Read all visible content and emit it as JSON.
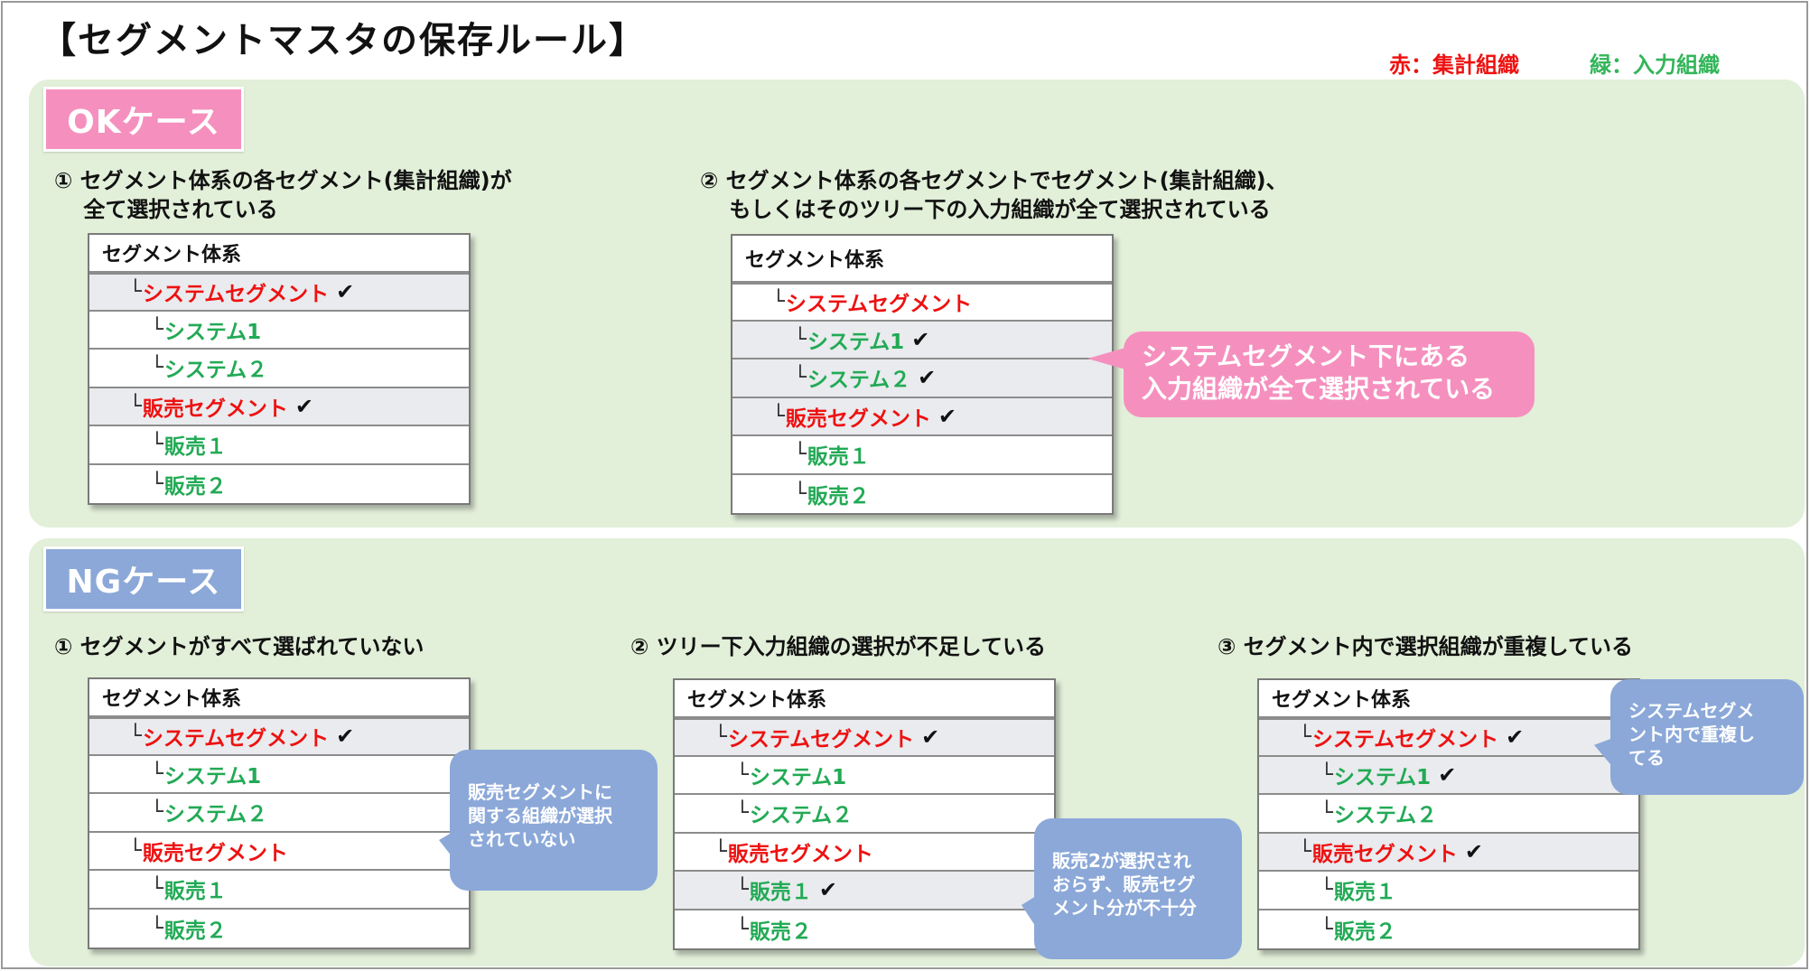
{
  "title": "【セグメントマスタの保存ルール】",
  "legend": {
    "red": "赤：集計組織",
    "green": "緑：入力組織"
  },
  "colors": {
    "red": "#ee1111",
    "green": "#22aa55",
    "ok_bg": "#f590be",
    "ng_bg": "#8ba8d8",
    "section_bg": "#e2efd9"
  },
  "branch_glyph": "└",
  "check_glyph": "✔",
  "ok": {
    "label": "OKケース",
    "cases": [
      {
        "title_lines": [
          "① セグメント体系の各セグメント(集計組織)が",
          "　 全て選択されている"
        ],
        "table": {
          "header": "セグメント体系",
          "rows": [
            {
              "text": "システムセグメント",
              "type": "red",
              "checked": true
            },
            {
              "text": "システム1",
              "type": "green",
              "checked": false
            },
            {
              "text": "システム２",
              "type": "green",
              "checked": false
            },
            {
              "text": "販売セグメント",
              "type": "red",
              "checked": true
            },
            {
              "text": "販売１",
              "type": "green",
              "checked": false
            },
            {
              "text": "販売２",
              "type": "green",
              "checked": false
            }
          ]
        }
      },
      {
        "title_lines": [
          "② セグメント体系の各セグメントでセグメント(集計組織)、",
          "　 もしくはそのツリー下の入力組織が全て選択されている"
        ],
        "table": {
          "header": "セグメント体系",
          "rows": [
            {
              "text": "システムセグメント",
              "type": "red",
              "checked": false
            },
            {
              "text": "システム1",
              "type": "green",
              "checked": true
            },
            {
              "text": "システム２",
              "type": "green",
              "checked": true
            },
            {
              "text": "販売セグメント",
              "type": "red",
              "checked": true
            },
            {
              "text": "販売１",
              "type": "green",
              "checked": false
            },
            {
              "text": "販売２",
              "type": "green",
              "checked": false
            }
          ]
        },
        "callout": [
          "システムセグメント下にある",
          "入力組織が全て選択されている"
        ]
      }
    ]
  },
  "ng": {
    "label": "NGケース",
    "cases": [
      {
        "title_lines": [
          "① セグメントがすべて選ばれていない"
        ],
        "table": {
          "header": "セグメント体系",
          "rows": [
            {
              "text": "システムセグメント",
              "type": "red",
              "checked": true
            },
            {
              "text": "システム1",
              "type": "green",
              "checked": false
            },
            {
              "text": "システム２",
              "type": "green",
              "checked": false
            },
            {
              "text": "販売セグメント",
              "type": "red",
              "checked": false
            },
            {
              "text": "販売１",
              "type": "green",
              "checked": false
            },
            {
              "text": "販売２",
              "type": "green",
              "checked": false
            }
          ]
        },
        "callout": [
          "販売セグメントに",
          "関する組織が選択",
          "されていない"
        ]
      },
      {
        "title_lines": [
          "② ツリー下入力組織の選択が不足している"
        ],
        "table": {
          "header": "セグメント体系",
          "rows": [
            {
              "text": "システムセグメント",
              "type": "red",
              "checked": true
            },
            {
              "text": "システム1",
              "type": "green",
              "checked": false
            },
            {
              "text": "システム２",
              "type": "green",
              "checked": false
            },
            {
              "text": "販売セグメント",
              "type": "red",
              "checked": false
            },
            {
              "text": "販売１",
              "type": "green",
              "checked": true
            },
            {
              "text": "販売２",
              "type": "green",
              "checked": false
            }
          ]
        },
        "callout": [
          "販売2が選択され",
          "おらず、販売セグ",
          "メント分が不十分"
        ]
      },
      {
        "title_lines": [
          "③ セグメント内で選択組織が重複している"
        ],
        "table": {
          "header": "セグメント体系",
          "rows": [
            {
              "text": "システムセグメント",
              "type": "red",
              "checked": true
            },
            {
              "text": "システム1",
              "type": "green",
              "checked": true
            },
            {
              "text": "システム２",
              "type": "green",
              "checked": false
            },
            {
              "text": "販売セグメント",
              "type": "red",
              "checked": true
            },
            {
              "text": "販売１",
              "type": "green",
              "checked": false
            },
            {
              "text": "販売２",
              "type": "green",
              "checked": false
            }
          ]
        },
        "callout": [
          "システムセグメ",
          "ント内で重複し",
          "てる"
        ]
      }
    ]
  }
}
